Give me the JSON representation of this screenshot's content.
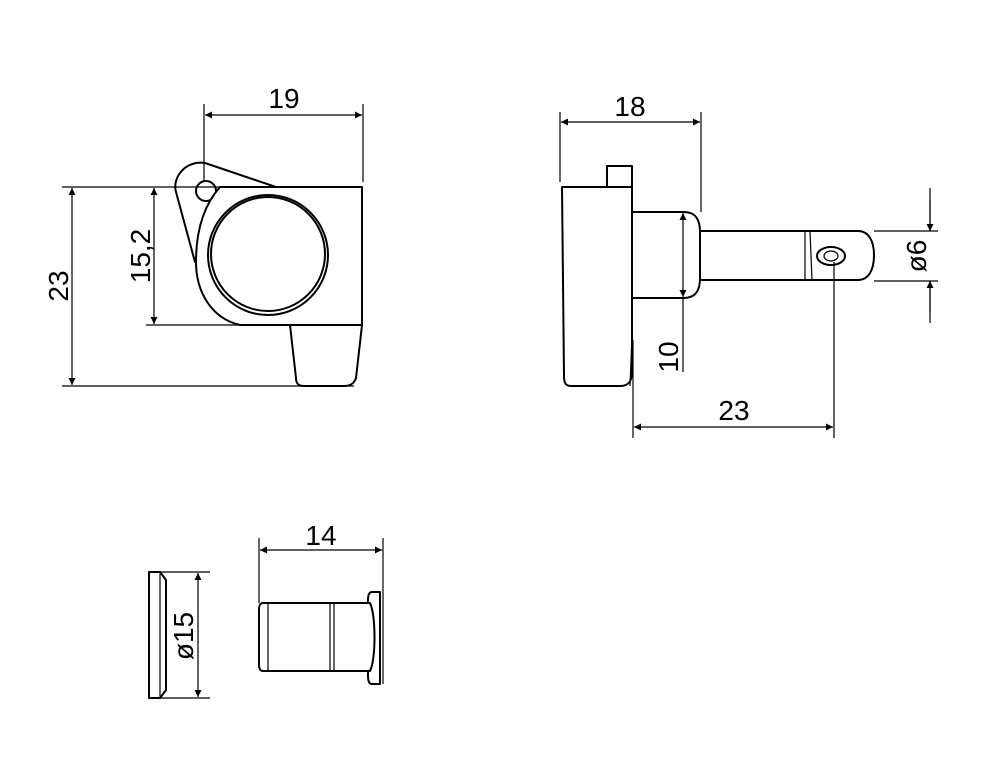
{
  "dimensions": {
    "front_width": "19",
    "front_height_total": "23",
    "front_height_inner": "15,2",
    "side_width": "18",
    "post_diameter": "ø6",
    "side_depth": "10",
    "side_length": "23",
    "bushing_diameter": "ø15",
    "bushing_length": "14"
  }
}
